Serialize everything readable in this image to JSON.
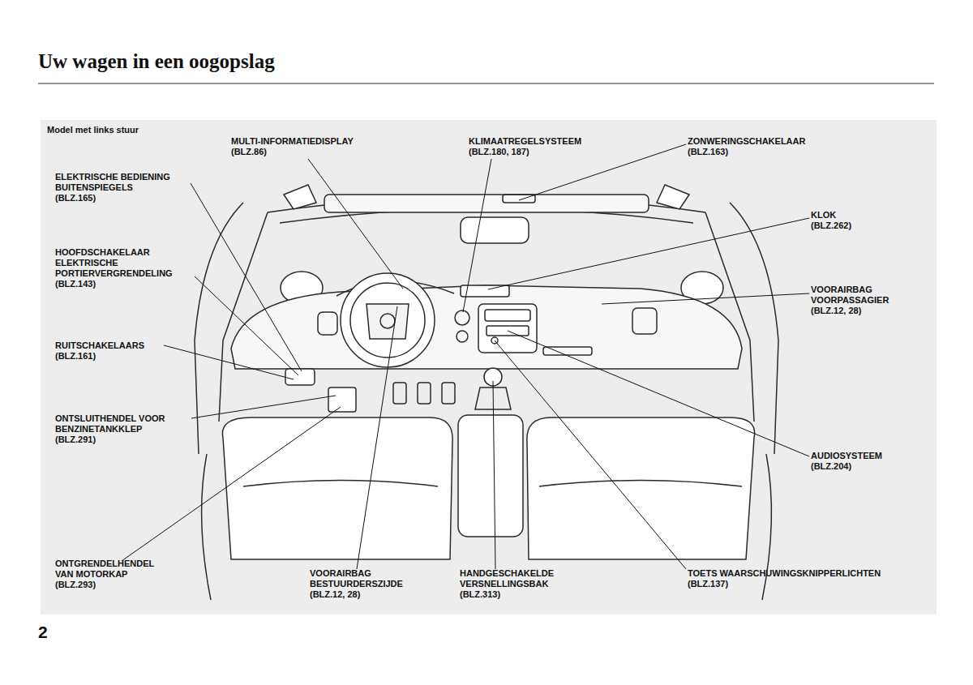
{
  "diagram": {
    "title": "Uw wagen in een oogopslag",
    "labels": [
      "Model met links stuur",
      "MULTI-INFORMATIEDISPLAY",
      "(BLZ.86)",
      "KLIMAATREGELSYSTEEM",
      "(BLZ.180, 187)",
      "ZONWERINGSCHAKELAAR",
      "(BLZ.163)",
      "ELEKTRISCHE BEDIENING BUITENSPIEGELS",
      "(BLZ.165)",
      "KLOK",
      "(BLZ.262)",
      "HOOFDSCHAKELAAR ELEKTRISCHE PORTIERVERGRENDELING",
      "(BLZ.143)",
      "VOORAIRBAG VOORPASSAGIER",
      "(BLZ.12, 28)",
      "RUITSCHAKELAARS",
      "(BLZ.161)",
      "ONTSLUITHENDEL VOOR BENZINETANKKLEP",
      "(BLZ.291)",
      "AUDIOSYSTEEM",
      "(BLZ.204)",
      "ONTGRENDELHENDEL VAN MOTORKAP",
      "(BLZ.293)",
      "VOORAIRBAG BESTUURDERSZIJDE",
      "(BLZ.12, 28)",
      "HANDGESCHAKELDE VERSNELLINGSBAK",
      "(BLZ.313)",
      "TOETS WAARSCHUWINGSKNIPPERLICHTEN",
      "(BLZ.137)",
      "2"
    ]
  }
}
